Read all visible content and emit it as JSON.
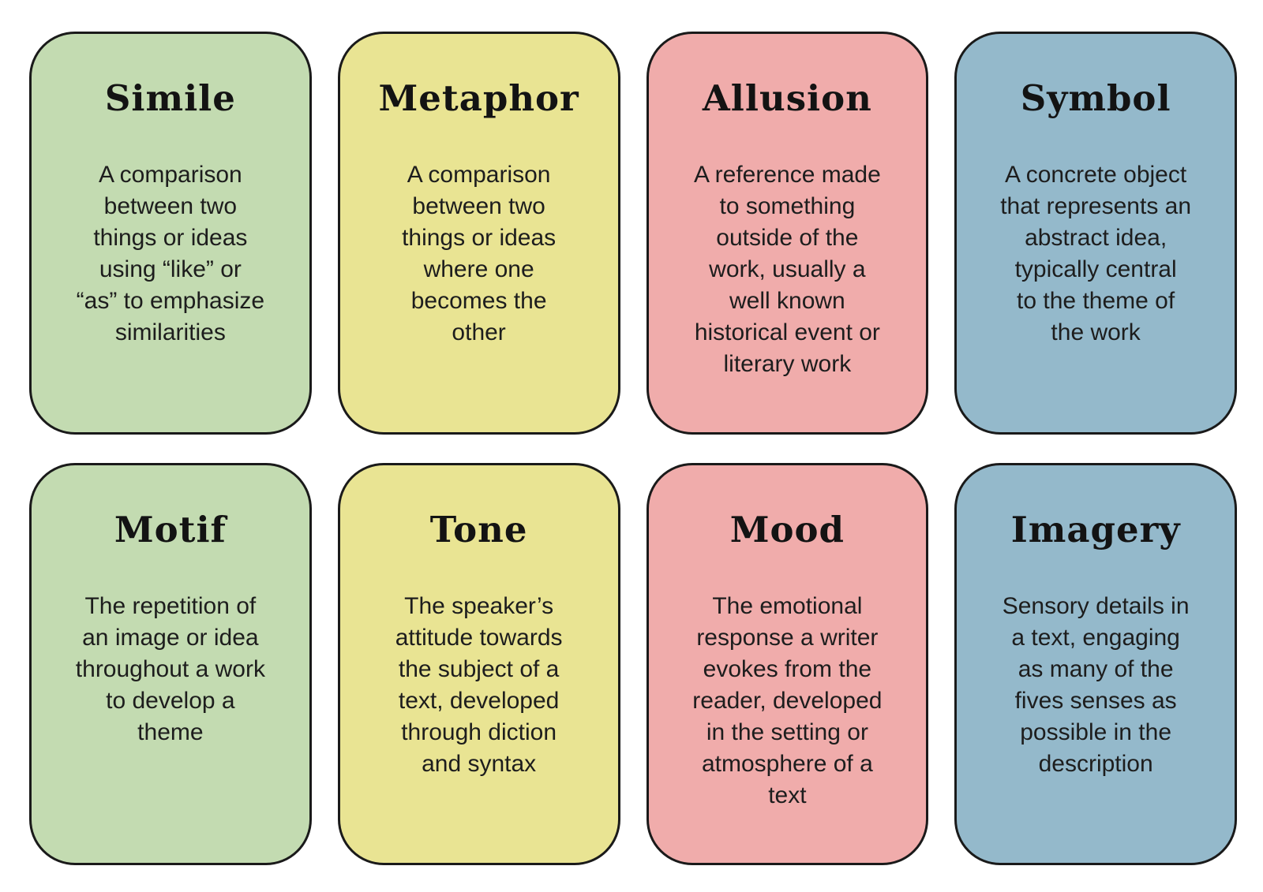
{
  "page": {
    "background": "#ffffff",
    "border_color": "#1a1a1a",
    "text_color": "#1d1d1d"
  },
  "palette": {
    "green": "#c3dbb1",
    "yellow": "#e9e493",
    "pink": "#f0acab",
    "blue": "#94b9cb"
  },
  "cards": [
    {
      "title": "Simile",
      "definition": "A comparison\nbetween two\nthings or ideas\nusing “like” or\n“as” to emphasize\nsimilarities",
      "bg": "#c3dbb1"
    },
    {
      "title": "Metaphor",
      "definition": "A comparison\nbetween two\nthings or ideas\nwhere one\nbecomes the\nother",
      "bg": "#e9e493"
    },
    {
      "title": "Allusion",
      "definition": "A reference made\nto something\noutside of the\nwork, usually a\nwell known\nhistorical event or\nliterary work",
      "bg": "#f0acab"
    },
    {
      "title": "Symbol",
      "definition": "A concrete object\nthat represents an\nabstract idea,\ntypically central\nto the theme of\nthe work",
      "bg": "#94b9cb"
    },
    {
      "title": "Motif",
      "definition": "The repetition of\nan image or idea\nthroughout a work\nto develop a\ntheme",
      "bg": "#c3dbb1"
    },
    {
      "title": "Tone",
      "definition": "The speaker’s\nattitude towards\nthe subject of a\ntext, developed\nthrough diction\nand syntax",
      "bg": "#e9e493"
    },
    {
      "title": "Mood",
      "definition": "The emotional\nresponse a writer\nevokes from the\nreader, developed\nin the setting or\natmosphere of a\ntext",
      "bg": "#f0acab"
    },
    {
      "title": "Imagery",
      "definition": "Sensory details in\na text, engaging\nas many of the\nfives senses as\npossible in the\ndescription",
      "bg": "#94b9cb"
    }
  ]
}
